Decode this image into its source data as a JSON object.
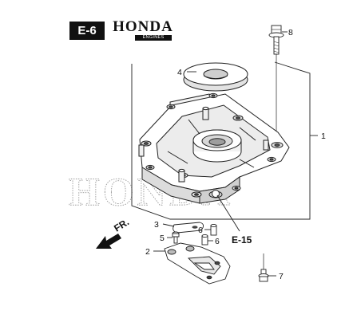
{
  "header": {
    "section_code": "E-6",
    "brand": "HONDA",
    "brand_sub": "ENGINES"
  },
  "watermark": "HONDA",
  "callouts": {
    "c1": "1",
    "c2": "2",
    "c3": "3",
    "c4": "4",
    "c5": "5",
    "c6a": "6",
    "c6b": "6",
    "c7": "7",
    "c8": "8"
  },
  "reference": "E-15",
  "direction_label": "FR."
}
